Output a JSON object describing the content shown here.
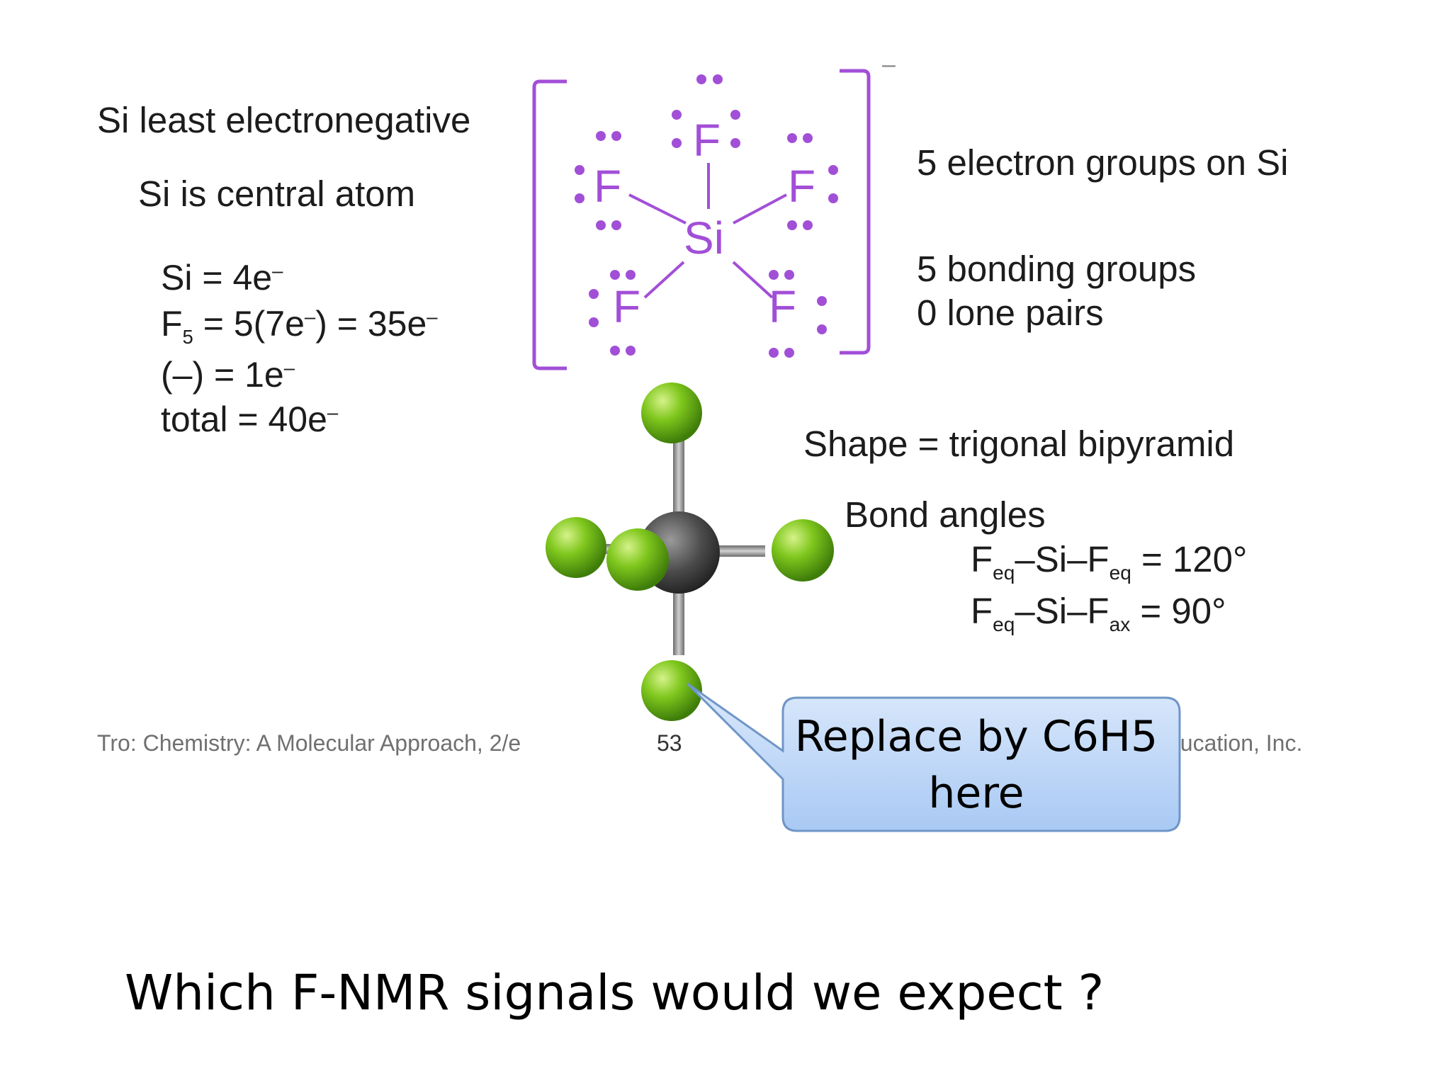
{
  "left_panel": {
    "line1": "Si least electronegative",
    "line2": "Si is central atom",
    "si_count": {
      "lhs": "Si = 4e",
      "sup": "–"
    },
    "f_count": {
      "lhs": "F",
      "sub": "5",
      "mid": " = 5(7e",
      "sup1": "–",
      "rest": ") = 35e",
      "sup2": "–"
    },
    "charge_count": {
      "lhs": "(–) = 1e",
      "sup": "–"
    },
    "total_count": {
      "lhs": "total = 40e",
      "sup": "–"
    }
  },
  "lewis": {
    "central": "Si",
    "ligand": "F",
    "charge": "–",
    "color": "#a24fd8"
  },
  "right_panel": {
    "electron_groups": "5 electron groups on Si",
    "bonding_groups": "5 bonding groups",
    "lone_pairs": "0 lone pairs",
    "shape": "Shape = trigonal bipyramid",
    "bond_angles_title": "Bond angles",
    "angle1": {
      "a": "F",
      "a_sub": "eq",
      "mid": "–Si–F",
      "b_sub": "eq",
      "val": " = 120°"
    },
    "angle2": {
      "a": "F",
      "a_sub": "eq",
      "mid": "–Si–F",
      "b_sub": "ax",
      "val": " = 90°"
    }
  },
  "footer": {
    "source": "Tro: Chemistry: A Molecular Approach, 2/e",
    "page_number": "53",
    "publisher_visible": "ducation, Inc."
  },
  "callout": {
    "text": "Replace by C6H5 here",
    "fill_top": "#dbe9fb",
    "fill_bottom": "#a9c9f4",
    "border": "#6f96c8"
  },
  "question": "Which F-NMR signals would we expect ?",
  "colors": {
    "fluorine_ball": "#7fc71d",
    "silicon_ball": "#4b4b4b",
    "bond": "#9a9a9a"
  }
}
